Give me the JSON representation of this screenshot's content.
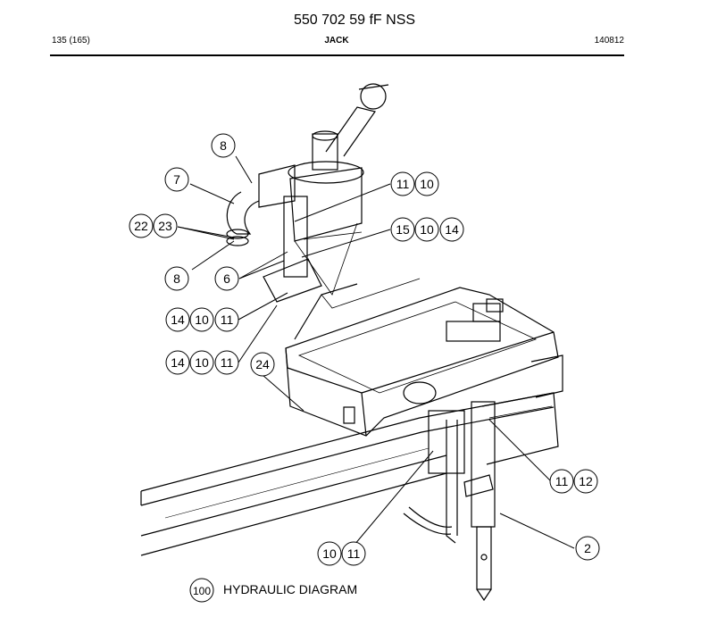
{
  "header": {
    "document_number": "550 702 59 fF NSS",
    "page": "135 (165)",
    "section": "JACK",
    "date_code": "140812"
  },
  "callouts": {
    "c8a": "8",
    "c7": "7",
    "c22": "22",
    "c23": "23",
    "c8b": "8",
    "c6": "6",
    "c11a": "11",
    "c10a": "10",
    "c15": "15",
    "c10b": "10",
    "c14a": "14",
    "c14b": "14",
    "c10c": "10",
    "c11b": "11",
    "c14c": "14",
    "c10d": "10",
    "c11c": "11",
    "c24": "24",
    "c11d": "11",
    "c12": "12",
    "c2": "2",
    "c10e": "10",
    "c11e": "11",
    "c100": "100"
  },
  "footer": {
    "hydraulic_label": "HYDRAULIC DIAGRAM"
  }
}
